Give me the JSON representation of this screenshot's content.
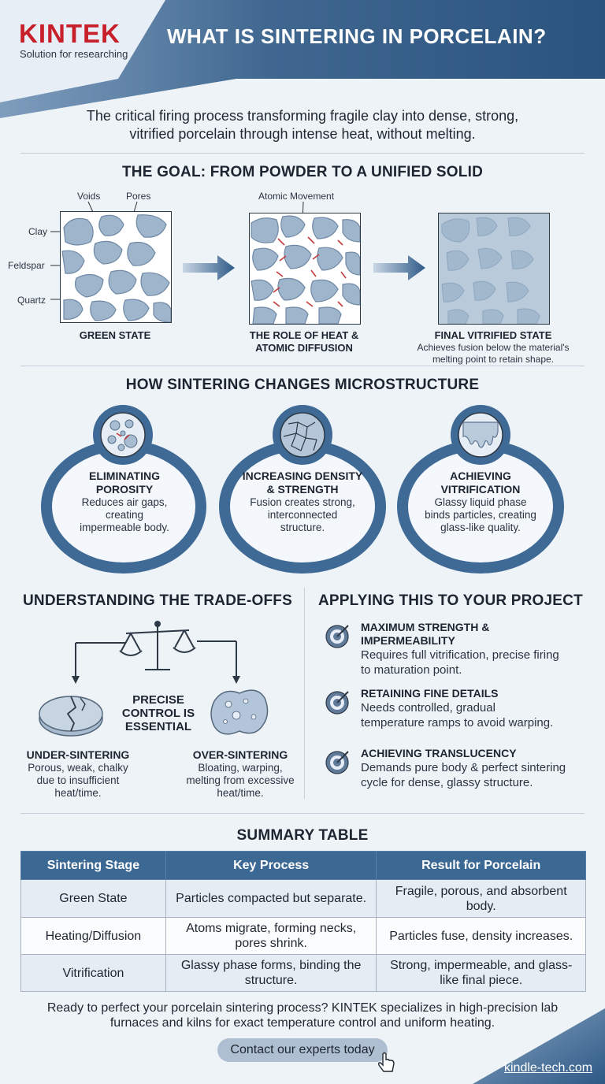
{
  "brand": {
    "name": "KINTEK",
    "tagline": "Solution for researching"
  },
  "header": {
    "title": "WHAT IS SINTERING IN PORCELAIN?"
  },
  "intro": {
    "line1": "The critical firing process transforming fragile clay into dense, strong,",
    "line2": "vitrified porcelain through intense heat, without melting."
  },
  "goal": {
    "title": "THE GOAL: FROM POWDER TO A UNIFIED SOLID",
    "labels": {
      "voids": "Voids",
      "pores": "Pores",
      "clay": "Clay",
      "feldspar": "Feldspar",
      "quartz": "Quartz",
      "atomic": "Atomic Movement"
    },
    "stage1": "GREEN STATE",
    "stage2_line1": "THE ROLE OF HEAT &",
    "stage2_line2": "ATOMIC DIFFUSION",
    "stage3": "FINAL VITRIFIED STATE",
    "stage3_desc_line1": "Achieves fusion below the material's",
    "stage3_desc_line2": "melting point to retain shape."
  },
  "micro": {
    "title": "HOW SINTERING CHANGES MICROSTRUCTURE",
    "items": [
      {
        "t1": "ELIMINATING",
        "t2": "POROSITY",
        "d1": "Reduces air gaps,",
        "d2": "creating",
        "d3": "impermeable body."
      },
      {
        "t1": "INCREASING DENSITY",
        "t2": "& STRENGTH",
        "d1": "Fusion creates strong,",
        "d2": "interconnected",
        "d3": "structure."
      },
      {
        "t1": "ACHIEVING",
        "t2": "VITRIFICATION",
        "d1": "Glassy liquid phase",
        "d2": "binds particles, creating",
        "d3": "glass-like quality."
      }
    ]
  },
  "tradeoffs": {
    "title": "UNDERSTANDING THE TRADE-OFFS",
    "center1": "PRECISE",
    "center2": "CONTROL IS",
    "center3": "ESSENTIAL",
    "under_title": "UNDER-SINTERING",
    "under_d1": "Porous, weak, chalky",
    "under_d2": "due to insufficient",
    "under_d3": "heat/time.",
    "over_title": "OVER-SINTERING",
    "over_d1": "Bloating, warping,",
    "over_d2": "melting from excessive",
    "over_d3": "heat/time."
  },
  "apply": {
    "title": "APPLYING THIS TO YOUR PROJECT",
    "items": [
      {
        "t1": "MAXIMUM STRENGTH &",
        "t2": "IMPERMEABILITY",
        "d1": "Requires full vitrification, precise firing",
        "d2": "to maturation point."
      },
      {
        "t1": "RETAINING FINE DETAILS",
        "t2": "",
        "d1": "Needs controlled, gradual",
        "d2": "temperature ramps to avoid warping."
      },
      {
        "t1": "ACHIEVING TRANSLUCENCY",
        "t2": "",
        "d1": "Demands pure body & perfect sintering",
        "d2": "cycle for dense, glassy structure."
      }
    ]
  },
  "summary": {
    "title": "SUMMARY TABLE",
    "headers": [
      "Sintering Stage",
      "Key Process",
      "Result for Porcelain"
    ],
    "rows": [
      [
        "Green State",
        "Particles compacted but separate.",
        "Fragile, porous, and absorbent body."
      ],
      [
        "Heating/Diffusion",
        "Atoms migrate, forming necks, pores shrink.",
        "Particles fuse, density increases."
      ],
      [
        "Vitrification",
        "Glassy phase forms, binding the structure.",
        "Strong, impermeable, and glass-like final piece."
      ]
    ]
  },
  "footer": {
    "cta_line1": "Ready to perfect your porcelain sintering process? KINTEK specializes in high-precision lab",
    "cta_line2": "furnaces and kilns for exact temperature control and uniform heating.",
    "button": "Contact our experts today",
    "website": "kindle-tech.com"
  },
  "colors": {
    "brand_red": "#c8202b",
    "primary_blue": "#3f6a95",
    "header_blue": "#2d5985"
  }
}
